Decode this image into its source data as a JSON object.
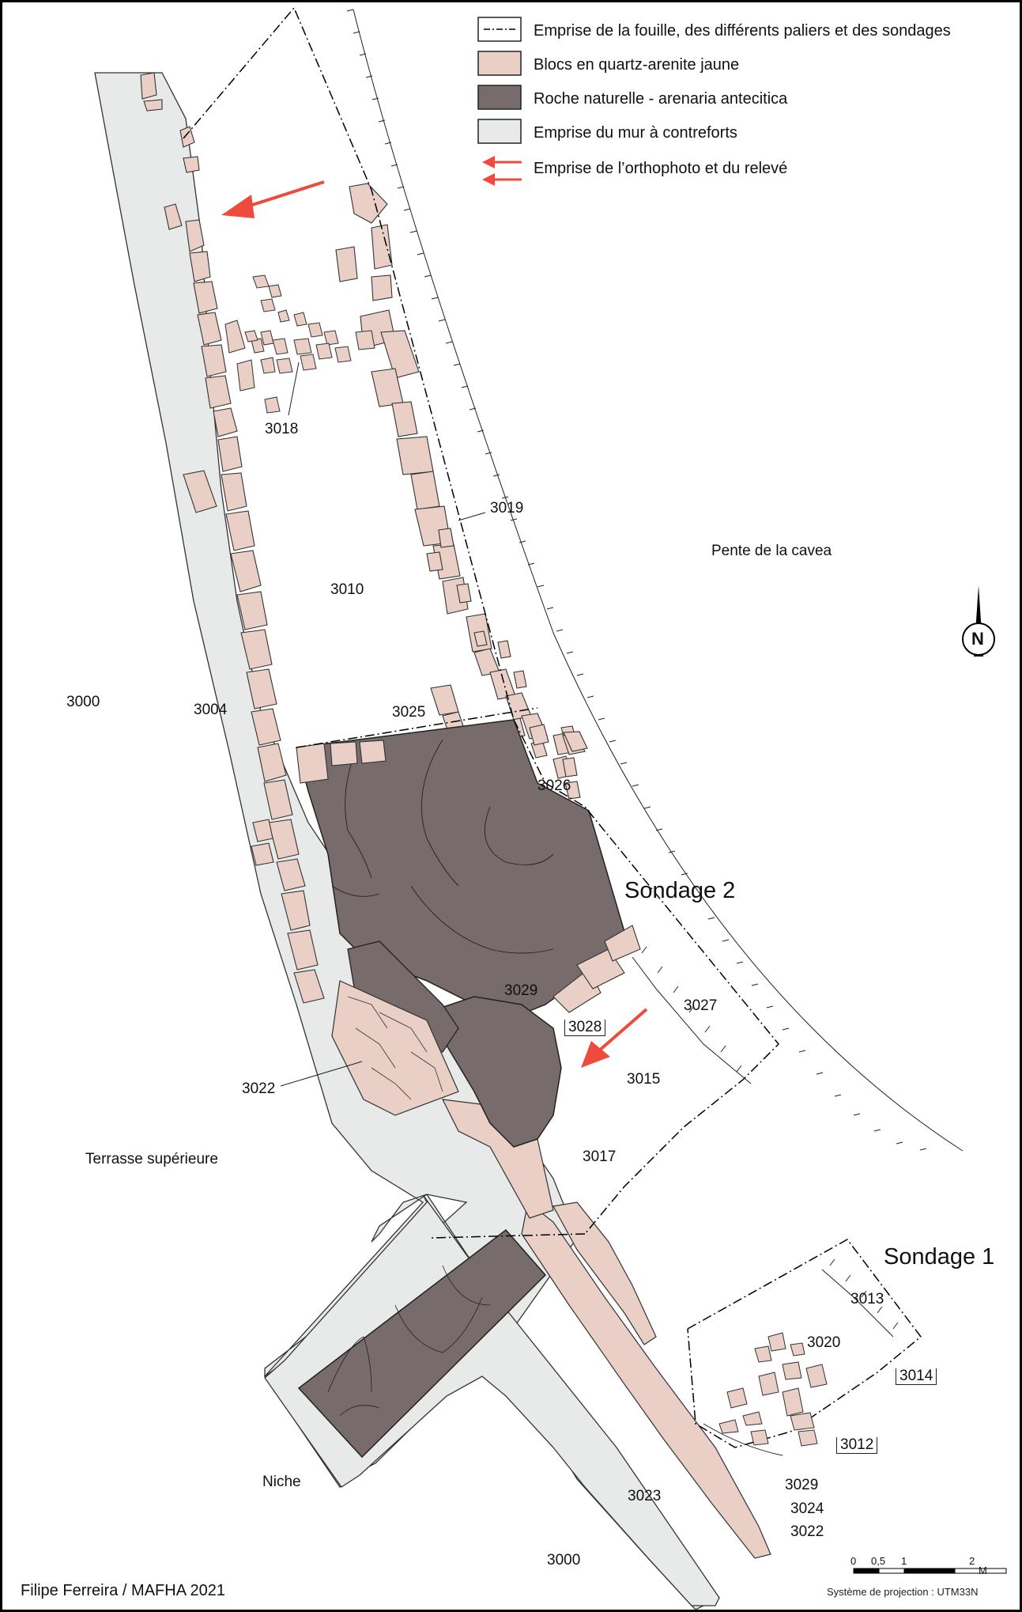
{
  "legend": [
    {
      "text": "Emprise de la fouille, des différents paliers et des sondages",
      "symbol": "dash-dot-line"
    },
    {
      "text": "Blocs en quartz-arenite jaune",
      "color": "#e9cfc6"
    },
    {
      "text": "Roche naturelle - arenaria antecitica",
      "color": "#776b6b"
    },
    {
      "text": "Emprise du mur à contreforts",
      "color": "#e8e9e9"
    },
    {
      "text": "Emprise de l’orthophoto et du relevé",
      "symbol": "red-arrows",
      "color": "#ee4a3d"
    }
  ],
  "areas": {
    "pente": "Pente de la cavea",
    "terrasse": "Terrasse supérieure",
    "niche": "Niche"
  },
  "sondages": {
    "s1": "Sondage 1",
    "s2": "Sondage 2"
  },
  "units": {
    "u3000a": "3000",
    "u3000b": "3000",
    "u3004": "3004",
    "u3010": "3010",
    "u3012": "3012",
    "u3013": "3013",
    "u3014": "3014",
    "u3015": "3015",
    "u3017": "3017",
    "u3018": "3018",
    "u3019": "3019",
    "u3020": "3020",
    "u3022a": "3022",
    "u3022b": "3022",
    "u3023": "3023",
    "u3024": "3024",
    "u3025": "3025",
    "u3026": "3026",
    "u3027": "3027",
    "u3028": "3028",
    "u3029a": "3029",
    "u3029b": "3029"
  },
  "scale": {
    "t0": "0",
    "t1": "0,5",
    "t2": "1",
    "t3": "2",
    "unit": "M"
  },
  "north": "N",
  "projection": "Système de projection : UTM33N",
  "credit": "Filipe Ferreira / MAFHA 2021",
  "colors": {
    "blocks": "#e9cfc6",
    "rock": "#776b6b",
    "wall": "#e8e9e9",
    "arrow": "#ee4a3d"
  }
}
